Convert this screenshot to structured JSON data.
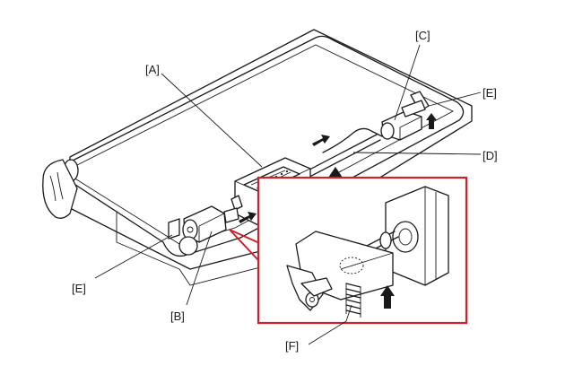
{
  "labels": {
    "A": "[A]",
    "B": "[B]",
    "C": "[C]",
    "D": "[D]",
    "E_right": "[E]",
    "E_left": "[E]",
    "F": "[F]"
  },
  "colors": {
    "line": "#1a1a1a",
    "callout_frame": "#d0202a",
    "background": "#ffffff"
  }
}
